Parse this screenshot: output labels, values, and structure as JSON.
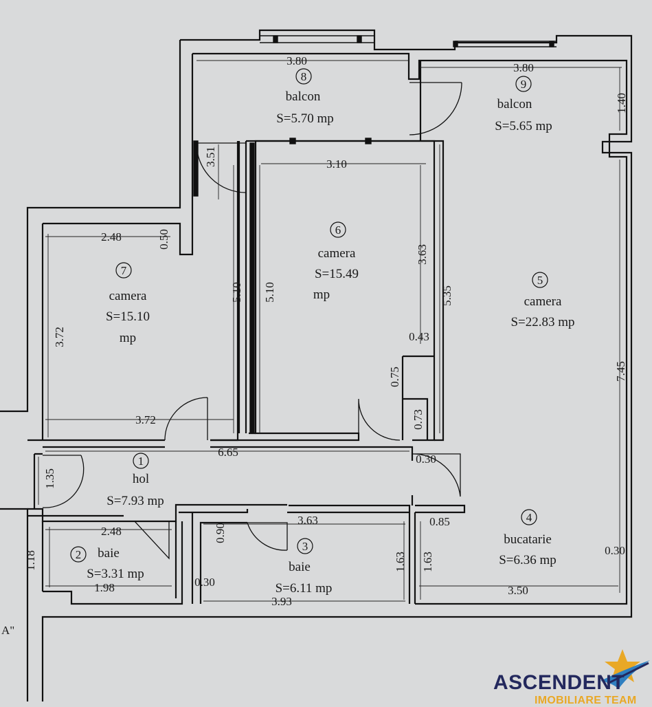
{
  "rooms": [
    {
      "num": "1",
      "name": "hol",
      "area": "S=7.93 mp"
    },
    {
      "num": "2",
      "name": "baie",
      "area": "S=3.31 mp"
    },
    {
      "num": "3",
      "name": "baie",
      "area": "S=6.11 mp"
    },
    {
      "num": "4",
      "name": "bucatarie",
      "area": "S=6.36 mp"
    },
    {
      "num": "5",
      "name": "camera",
      "area": "S=22.83 mp"
    },
    {
      "num": "6",
      "name": "camera",
      "area": "S=15.49",
      "area2": "mp"
    },
    {
      "num": "7",
      "name": "camera",
      "area": "S=15.10",
      "area2": "mp"
    },
    {
      "num": "8",
      "name": "balcon",
      "area": "S=5.70 mp"
    },
    {
      "num": "9",
      "name": "balcon",
      "area": "S=5.65 mp"
    }
  ],
  "dimensions": {
    "balcon8_width": "3.80",
    "balcon9_width": "3.80",
    "balcon9_depth": "1.40",
    "balcon8_depth": "3.51",
    "camera6_width": "3.10",
    "camera6_height": "3.63",
    "camera6_left": "5.10",
    "camera7_top": "2.48",
    "camera7_notch": "0.50",
    "camera7_left": "3.72",
    "camera7_right": "5.10",
    "camera7_bottom": "3.72",
    "camera5_mid": "5.35",
    "camera5_right": "7.45",
    "closet_w": "0.43",
    "closet_h1": "0.75",
    "closet_h2": "0.73",
    "hol_width": "6.65",
    "hol_height": "1.35",
    "door_gap": "0.30",
    "baie2_top": "2.48",
    "baie2_left": "1.18",
    "baie2_bottom": "1.98",
    "baie3_top": "3.63",
    "baie3_notch": "0.90",
    "baie3_wall": "0.30",
    "baie3_bottom": "3.93",
    "baie3_right": "1.63",
    "buc_left": "1.63",
    "buc_top": "0.85",
    "buc_bottom": "3.50",
    "buc_right": "0.30"
  },
  "margin_mark": "A\"",
  "logo": {
    "main": "ASCENDENT",
    "sub": "IMOBILIARE TEAM",
    "colors": {
      "navy": "#23285d",
      "orange": "#e9a826",
      "blue": "#2f7fc0"
    }
  }
}
